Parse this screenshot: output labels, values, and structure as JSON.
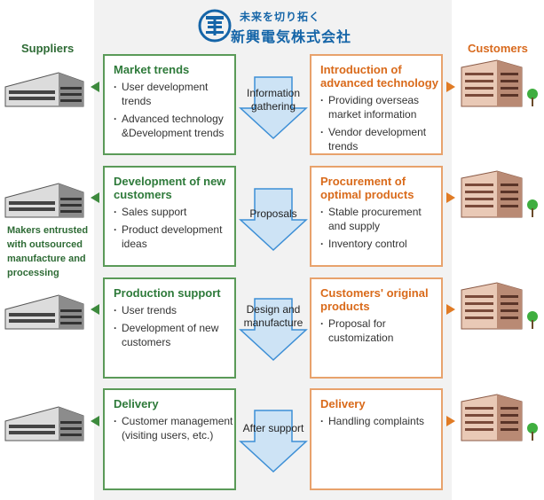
{
  "header": {
    "tagline": "未来を切り拓く",
    "company": "新興電気株式会社",
    "logo_icon": "company-logo-icon"
  },
  "columns": {
    "suppliers": "Suppliers",
    "customers": "Customers"
  },
  "suppliers_note": "Makers entrusted with outsourced manufacture and processing",
  "rows": [
    {
      "left": {
        "title": "Market trends",
        "items": [
          "User development trends",
          "Advanced technology &Development trends"
        ]
      },
      "arrow": "Information gathering",
      "right": {
        "title": "Introduction of advanced technology",
        "items": [
          "Providing overseas market information",
          "Vendor development trends"
        ]
      }
    },
    {
      "left": {
        "title": "Development of new customers",
        "items": [
          "Sales support",
          "Product development ideas"
        ]
      },
      "arrow": "Proposals",
      "right": {
        "title": "Procurement of optimal products",
        "items": [
          "Stable procurement and supply",
          "Inventory control"
        ]
      }
    },
    {
      "left": {
        "title": "Production support",
        "items": [
          "User trends",
          "Development of new customers"
        ]
      },
      "arrow": "Design and manufacture",
      "right": {
        "title": "Customers' original products",
        "items": [
          "Proposal for customization"
        ]
      }
    },
    {
      "left": {
        "title": "Delivery",
        "items": [
          "Customer management (visiting users, etc.)"
        ]
      },
      "arrow": "After support",
      "right": {
        "title": "Delivery",
        "items": [
          "Handling complaints"
        ]
      }
    }
  ],
  "colors": {
    "green_border": "#5a9a58",
    "green_text": "#2e7a3a",
    "orange_border": "#e8a26c",
    "orange_text": "#d96a1a",
    "arrow_fill": "#cde3f5",
    "arrow_stroke": "#3d8fd6",
    "brand_blue": "#1565a8"
  }
}
